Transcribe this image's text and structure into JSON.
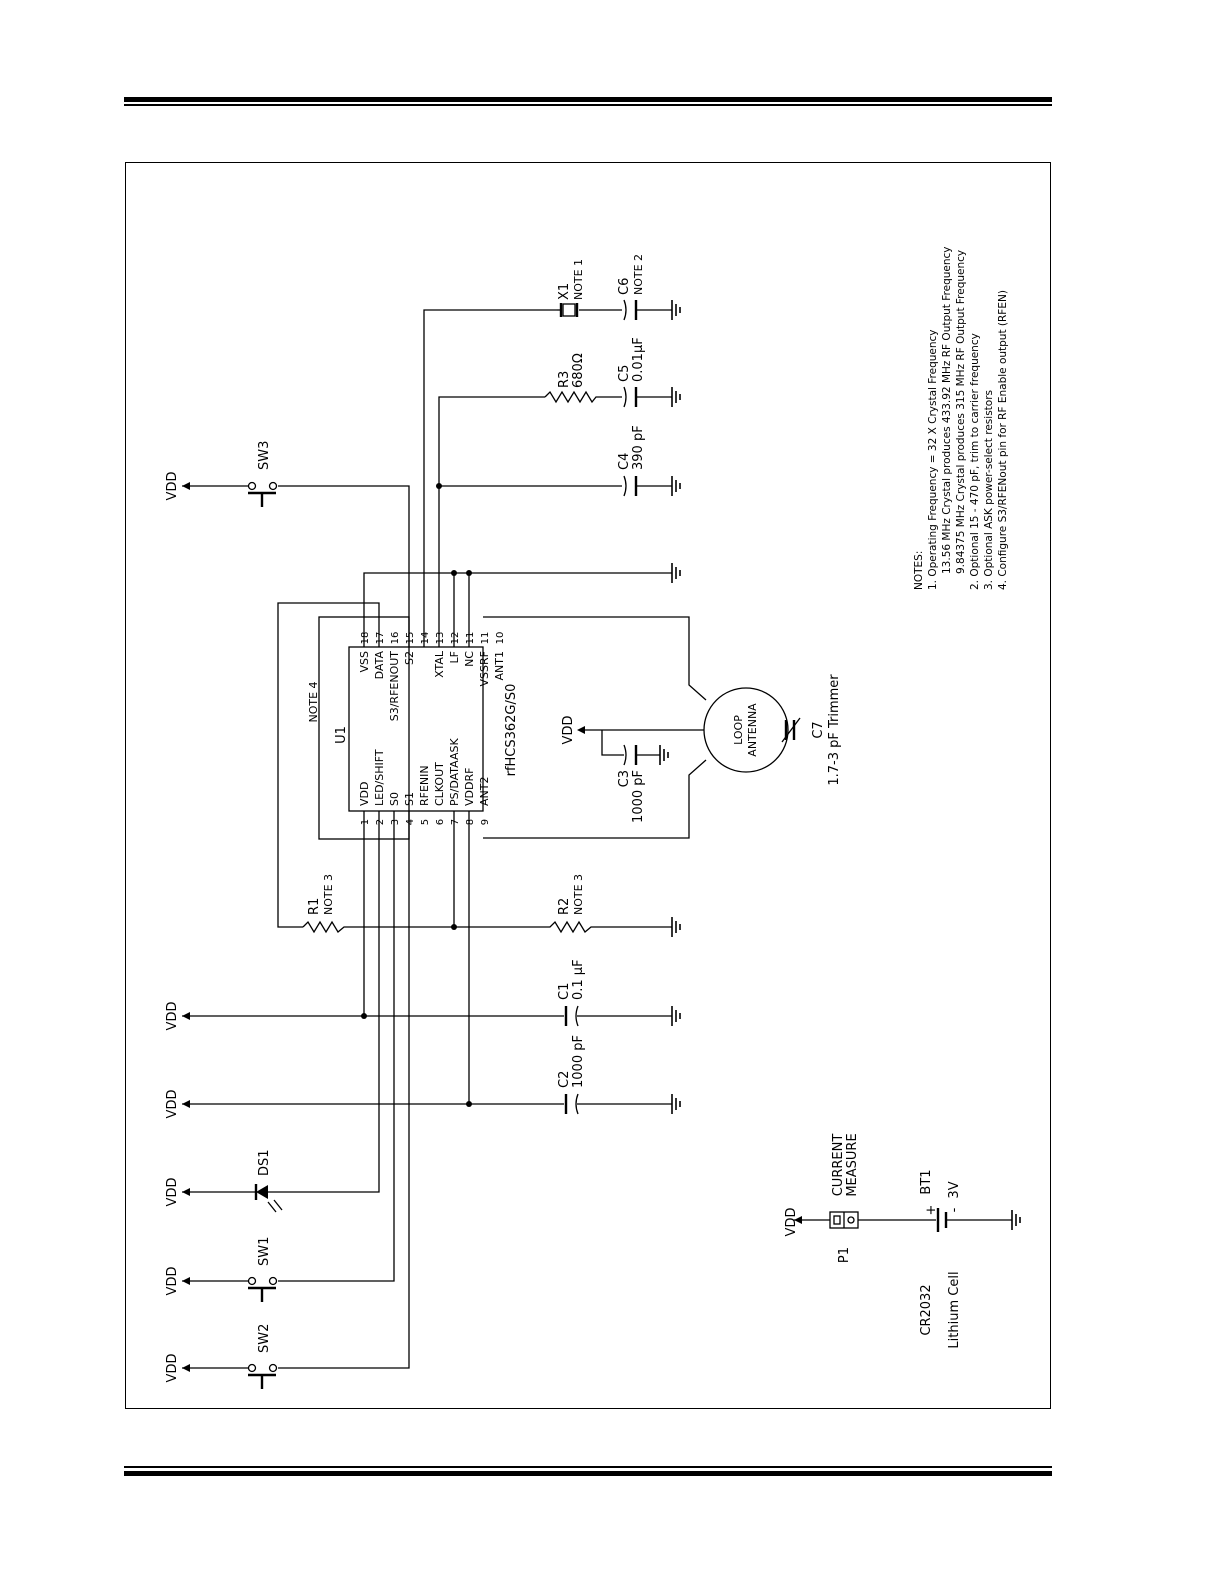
{
  "chip": {
    "ref": "U1",
    "part": "rfHCS362G/S0",
    "pins_left": [
      {
        "num": "1",
        "name": "VDD"
      },
      {
        "num": "2",
        "name": "LED/SHIFT"
      },
      {
        "num": "3",
        "name": "S0"
      },
      {
        "num": "4",
        "name": "S1"
      },
      {
        "num": "5",
        "name": "RFENIN"
      },
      {
        "num": "6",
        "name": "CLKOUT"
      },
      {
        "num": "7",
        "name": "PS/DATAASK"
      },
      {
        "num": "8",
        "name": "VDDRF"
      },
      {
        "num": "9",
        "name": "ANT2"
      }
    ],
    "pins_right": [
      {
        "num": "18",
        "name": "VSS"
      },
      {
        "num": "17",
        "name": "DATA"
      },
      {
        "num": "16",
        "name": "S3/RFENOUT"
      },
      {
        "num": "15",
        "name": "S2"
      },
      {
        "num": "14",
        "name": ""
      },
      {
        "num": "13",
        "name": "XTAL"
      },
      {
        "num": "12",
        "name": "LF"
      },
      {
        "num": "11",
        "name": "NC"
      },
      {
        "num": "11",
        "name": "VSSRF"
      },
      {
        "num": "10",
        "name": "ANT1"
      }
    ]
  },
  "labels": {
    "vdd": "VDD",
    "note4": "NOTE 4",
    "note3": "NOTE 3",
    "note1": "NOTE 1",
    "note2": "NOTE 2"
  },
  "components": {
    "sw1": "SW1",
    "sw2": "SW2",
    "sw3": "SW3",
    "ds1": "DS1",
    "r1": "R1",
    "r2": "R2",
    "r3": "R3",
    "r3_value": "680Ω",
    "c1": "C1",
    "c1_value": "0.1 µF",
    "c2": "C2",
    "c2_value": "1000 pF",
    "c3": "C3",
    "c3_value": "1000 pF",
    "c4": "C4",
    "c4_value": "390 pF",
    "c5": "C5",
    "c5_value": "0.01µF",
    "c6": "C6",
    "x1": "X1",
    "c7": "C7",
    "c7_value": "1.7-3 pF Trimmer",
    "antenna_line1": "LOOP",
    "antenna_line2": "ANTENNA",
    "p1": "P1",
    "p1_line1": "CURRENT",
    "p1_line2": "MEASURE",
    "bt1": "BT1",
    "bt1_value": "3V",
    "bt1_type": "CR2032",
    "bt1_desc": "Lithium Cell",
    "plus": "+",
    "minus": "-"
  },
  "notes": {
    "heading": "NOTES:",
    "items": [
      "1. Operating Frequency = 32 X Crystal Frequency",
      "13.56 MHz Crystal produces 433.92 MHz RF Output Frequency",
      "9.84375 MHz Crystal produces 315 MHz RF Output Frequency",
      "2. Optional 15 - 470 pF, trim to carrier frequency",
      "3. Optional ASK power-select resistors",
      "4. Configure S3/RFENout pin for RF Enable output (RFEN)"
    ]
  }
}
